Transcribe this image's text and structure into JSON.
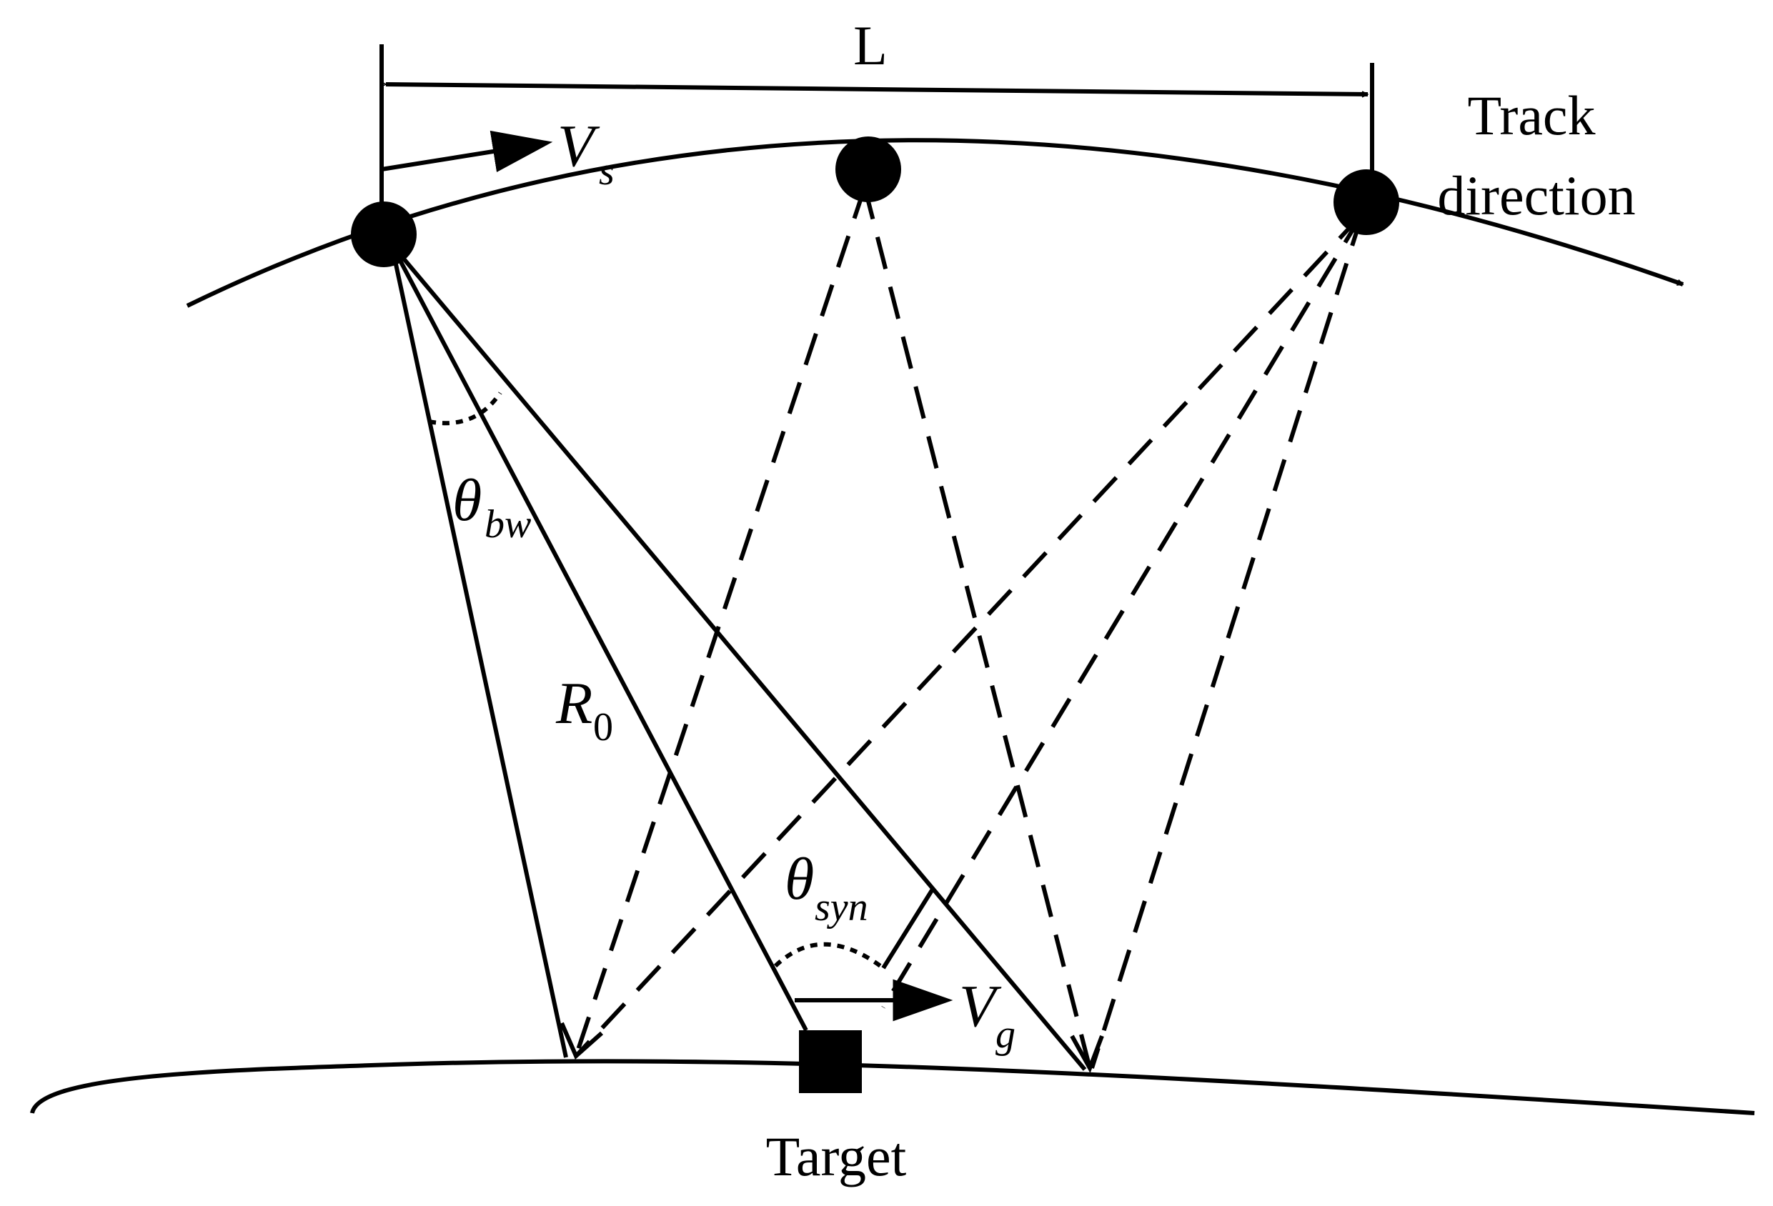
{
  "labels": {
    "length": "L",
    "satellite_velocity": "V",
    "satellite_velocity_sub": "s",
    "track_line1": "Track",
    "track_line2": "direction",
    "beamwidth_symbol": "θ",
    "beamwidth_sub": "bw",
    "range_symbol": "R",
    "range_sub": "0",
    "synthetic_symbol": "θ",
    "synthetic_sub": "syn",
    "ground_velocity": "V",
    "ground_velocity_sub": "g",
    "target": "Target"
  }
}
